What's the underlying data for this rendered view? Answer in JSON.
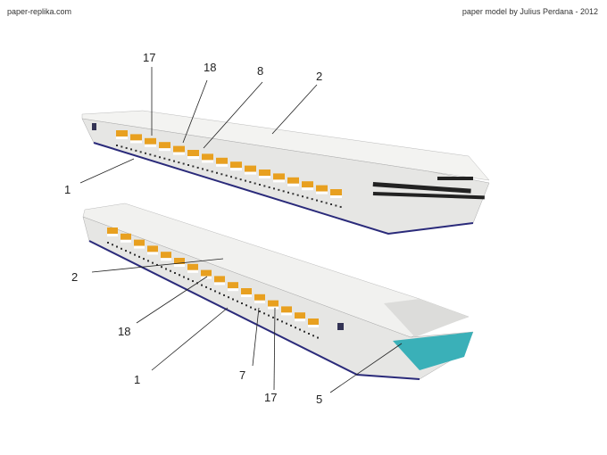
{
  "header": {
    "site": "paper-replika.com",
    "credit": "paper model by Julius Perdana - 2012"
  },
  "top_view_labels": [
    "17",
    "18",
    "8",
    "2",
    "1"
  ],
  "bottom_view_labels": [
    "2",
    "18",
    "1",
    "7",
    "17",
    "5"
  ],
  "colors": {
    "hull": "#e8e8e6",
    "deck": "#f4f4f2",
    "waterline": "#2a2a7a",
    "lifeboat": "#e8a020",
    "pool": "#3ab0b8"
  }
}
